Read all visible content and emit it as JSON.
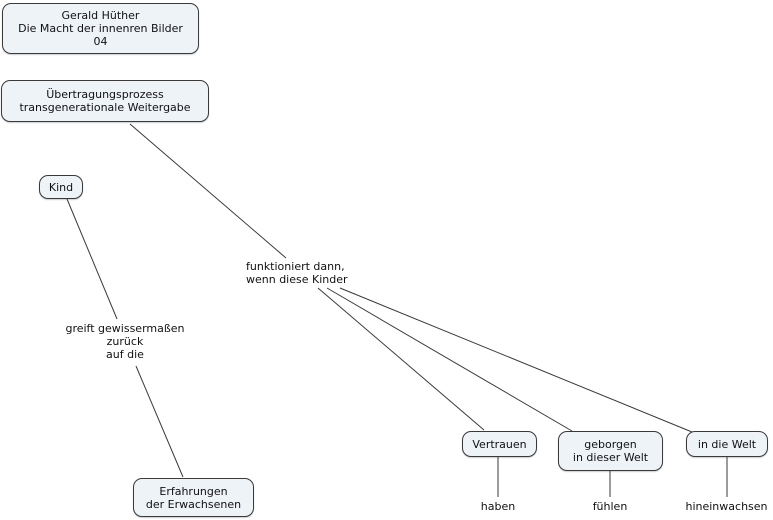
{
  "nodes": {
    "title": {
      "lines": [
        "Gerald Hüther",
        "Die Macht der innenren Bilder",
        "04"
      ]
    },
    "uebertragungsprozess": {
      "lines": [
        "Übertragungsprozess",
        "transgenerationale Weitergabe"
      ]
    },
    "kind": {
      "lines": [
        "Kind"
      ]
    },
    "funktioniert": {
      "lines": [
        "funktioniert dann,",
        "wenn diese Kinder"
      ]
    },
    "greift": {
      "lines": [
        "greift gewissermaßen",
        "zurück",
        "auf die"
      ]
    },
    "erfahrungen": {
      "lines": [
        "Erfahrungen",
        "der Erwachsenen"
      ]
    },
    "vertrauen": {
      "lines": [
        "Vertrauen"
      ]
    },
    "geborgen": {
      "lines": [
        "geborgen",
        "in dieser Welt"
      ]
    },
    "in_die_welt": {
      "lines": [
        "in die Welt"
      ]
    },
    "haben": {
      "lines": [
        "haben"
      ]
    },
    "fuehlen": {
      "lines": [
        "fühlen"
      ]
    },
    "hineinwachsen": {
      "lines": [
        "hineinwachsen"
      ]
    }
  },
  "edges": [
    {
      "from": "uebertragungsprozess",
      "to": "funktioniert"
    },
    {
      "from": "kind",
      "to": "greift"
    },
    {
      "from": "greift",
      "to": "erfahrungen"
    },
    {
      "from": "funktioniert",
      "to": "vertrauen"
    },
    {
      "from": "funktioniert",
      "to": "geborgen"
    },
    {
      "from": "funktioniert",
      "to": "in_die_welt"
    },
    {
      "from": "vertrauen",
      "to": "haben"
    },
    {
      "from": "geborgen",
      "to": "fuehlen"
    },
    {
      "from": "in_die_welt",
      "to": "hineinwachsen"
    }
  ],
  "colors": {
    "background": "#ffffff",
    "node_fill": "#edf3f7",
    "node_border": "#3a3a3a",
    "edge": "#3a3a3a",
    "text": "#111111"
  }
}
